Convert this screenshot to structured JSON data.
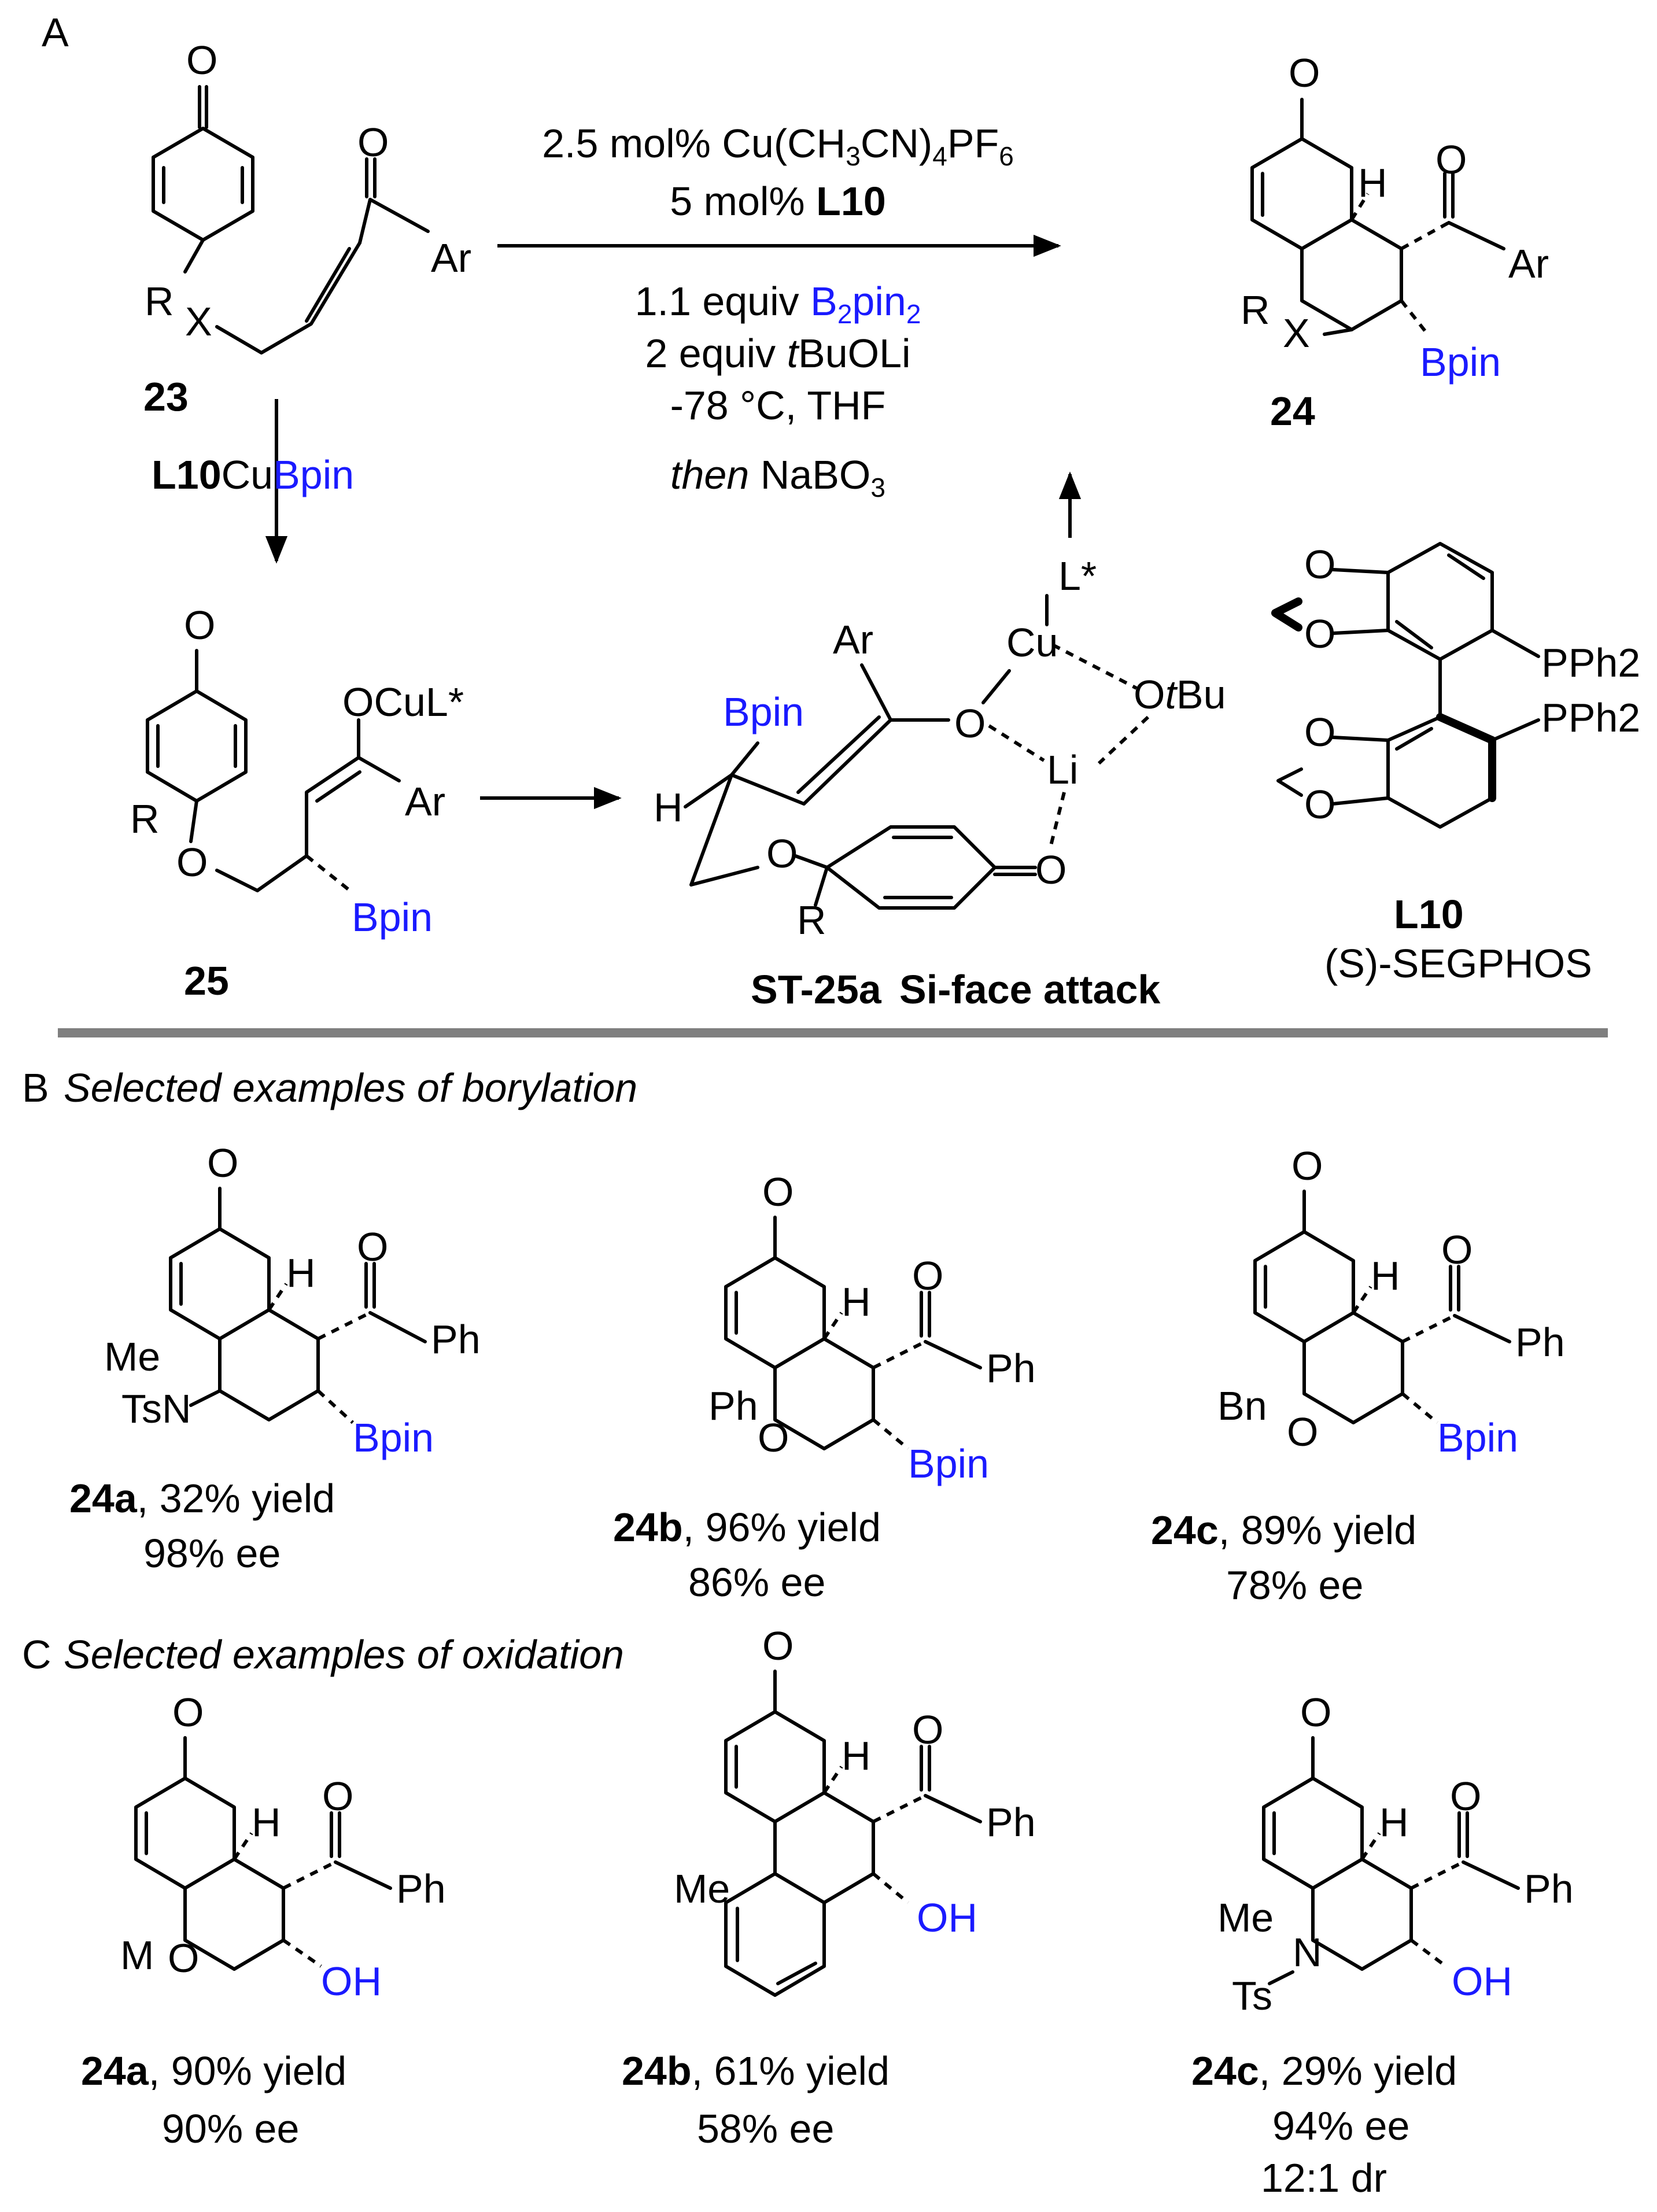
{
  "panels": {
    "A": {
      "letter": "A"
    },
    "B": {
      "letter": "B",
      "title": "Selected examples of borylation"
    },
    "C": {
      "letter": "C",
      "title": "Selected examples of oxidation"
    }
  },
  "colors": {
    "boron_highlight": "#1a1aff",
    "divider": "#7f7f7f"
  },
  "scheme_a": {
    "sm_label": "23",
    "product_label": "24",
    "intermediate_label": "25",
    "ts_label": "ST-25a",
    "ts_caption": "Si-face attack",
    "ligand_label": "L10",
    "ligand_name": "(S)-SEGPHOS",
    "reagent_mid": "L10CuBpin",
    "conditions": [
      "2.5 mol% Cu(CH3CN)4PF6",
      "5 mol% L10",
      "1.1 equiv B2pin2",
      "2 equiv tBuOLi",
      "-78 °C, THF",
      "then NaBO3"
    ],
    "atoms": {
      "O": "O",
      "Ar": "Ar",
      "R": "R",
      "X": "X",
      "H": "H",
      "Bpin": "Bpin",
      "OCuLstar": "OCuL*",
      "Cu": "Cu",
      "Lstar": "L*",
      "Li": "Li",
      "OtBu": "OtBu",
      "PPh2": "PPh2"
    }
  },
  "examples_b": [
    {
      "id": "24a",
      "yield": ", 32% yield",
      "ee": "98% ee"
    },
    {
      "id": "24b",
      "yield": ", 96% yield",
      "ee": "86% ee"
    },
    {
      "id": "24c",
      "yield": ", 89% yield",
      "ee": "78% ee"
    }
  ],
  "examples_c": [
    {
      "id": "24a",
      "yield": ", 90% yield",
      "ee": "90% ee"
    },
    {
      "id": "24b",
      "yield": ", 61% yield",
      "ee": "58% ee"
    },
    {
      "id": "24c",
      "yield": ", 29% yield",
      "ee": "94% ee",
      "dr": "12:1 dr"
    }
  ],
  "substituents": {
    "Me": "Me",
    "TsN": "TsN",
    "Ts": "Ts",
    "N": "N",
    "Ph": "Ph",
    "Bn": "Bn",
    "M": "M",
    "OH": "OH"
  }
}
